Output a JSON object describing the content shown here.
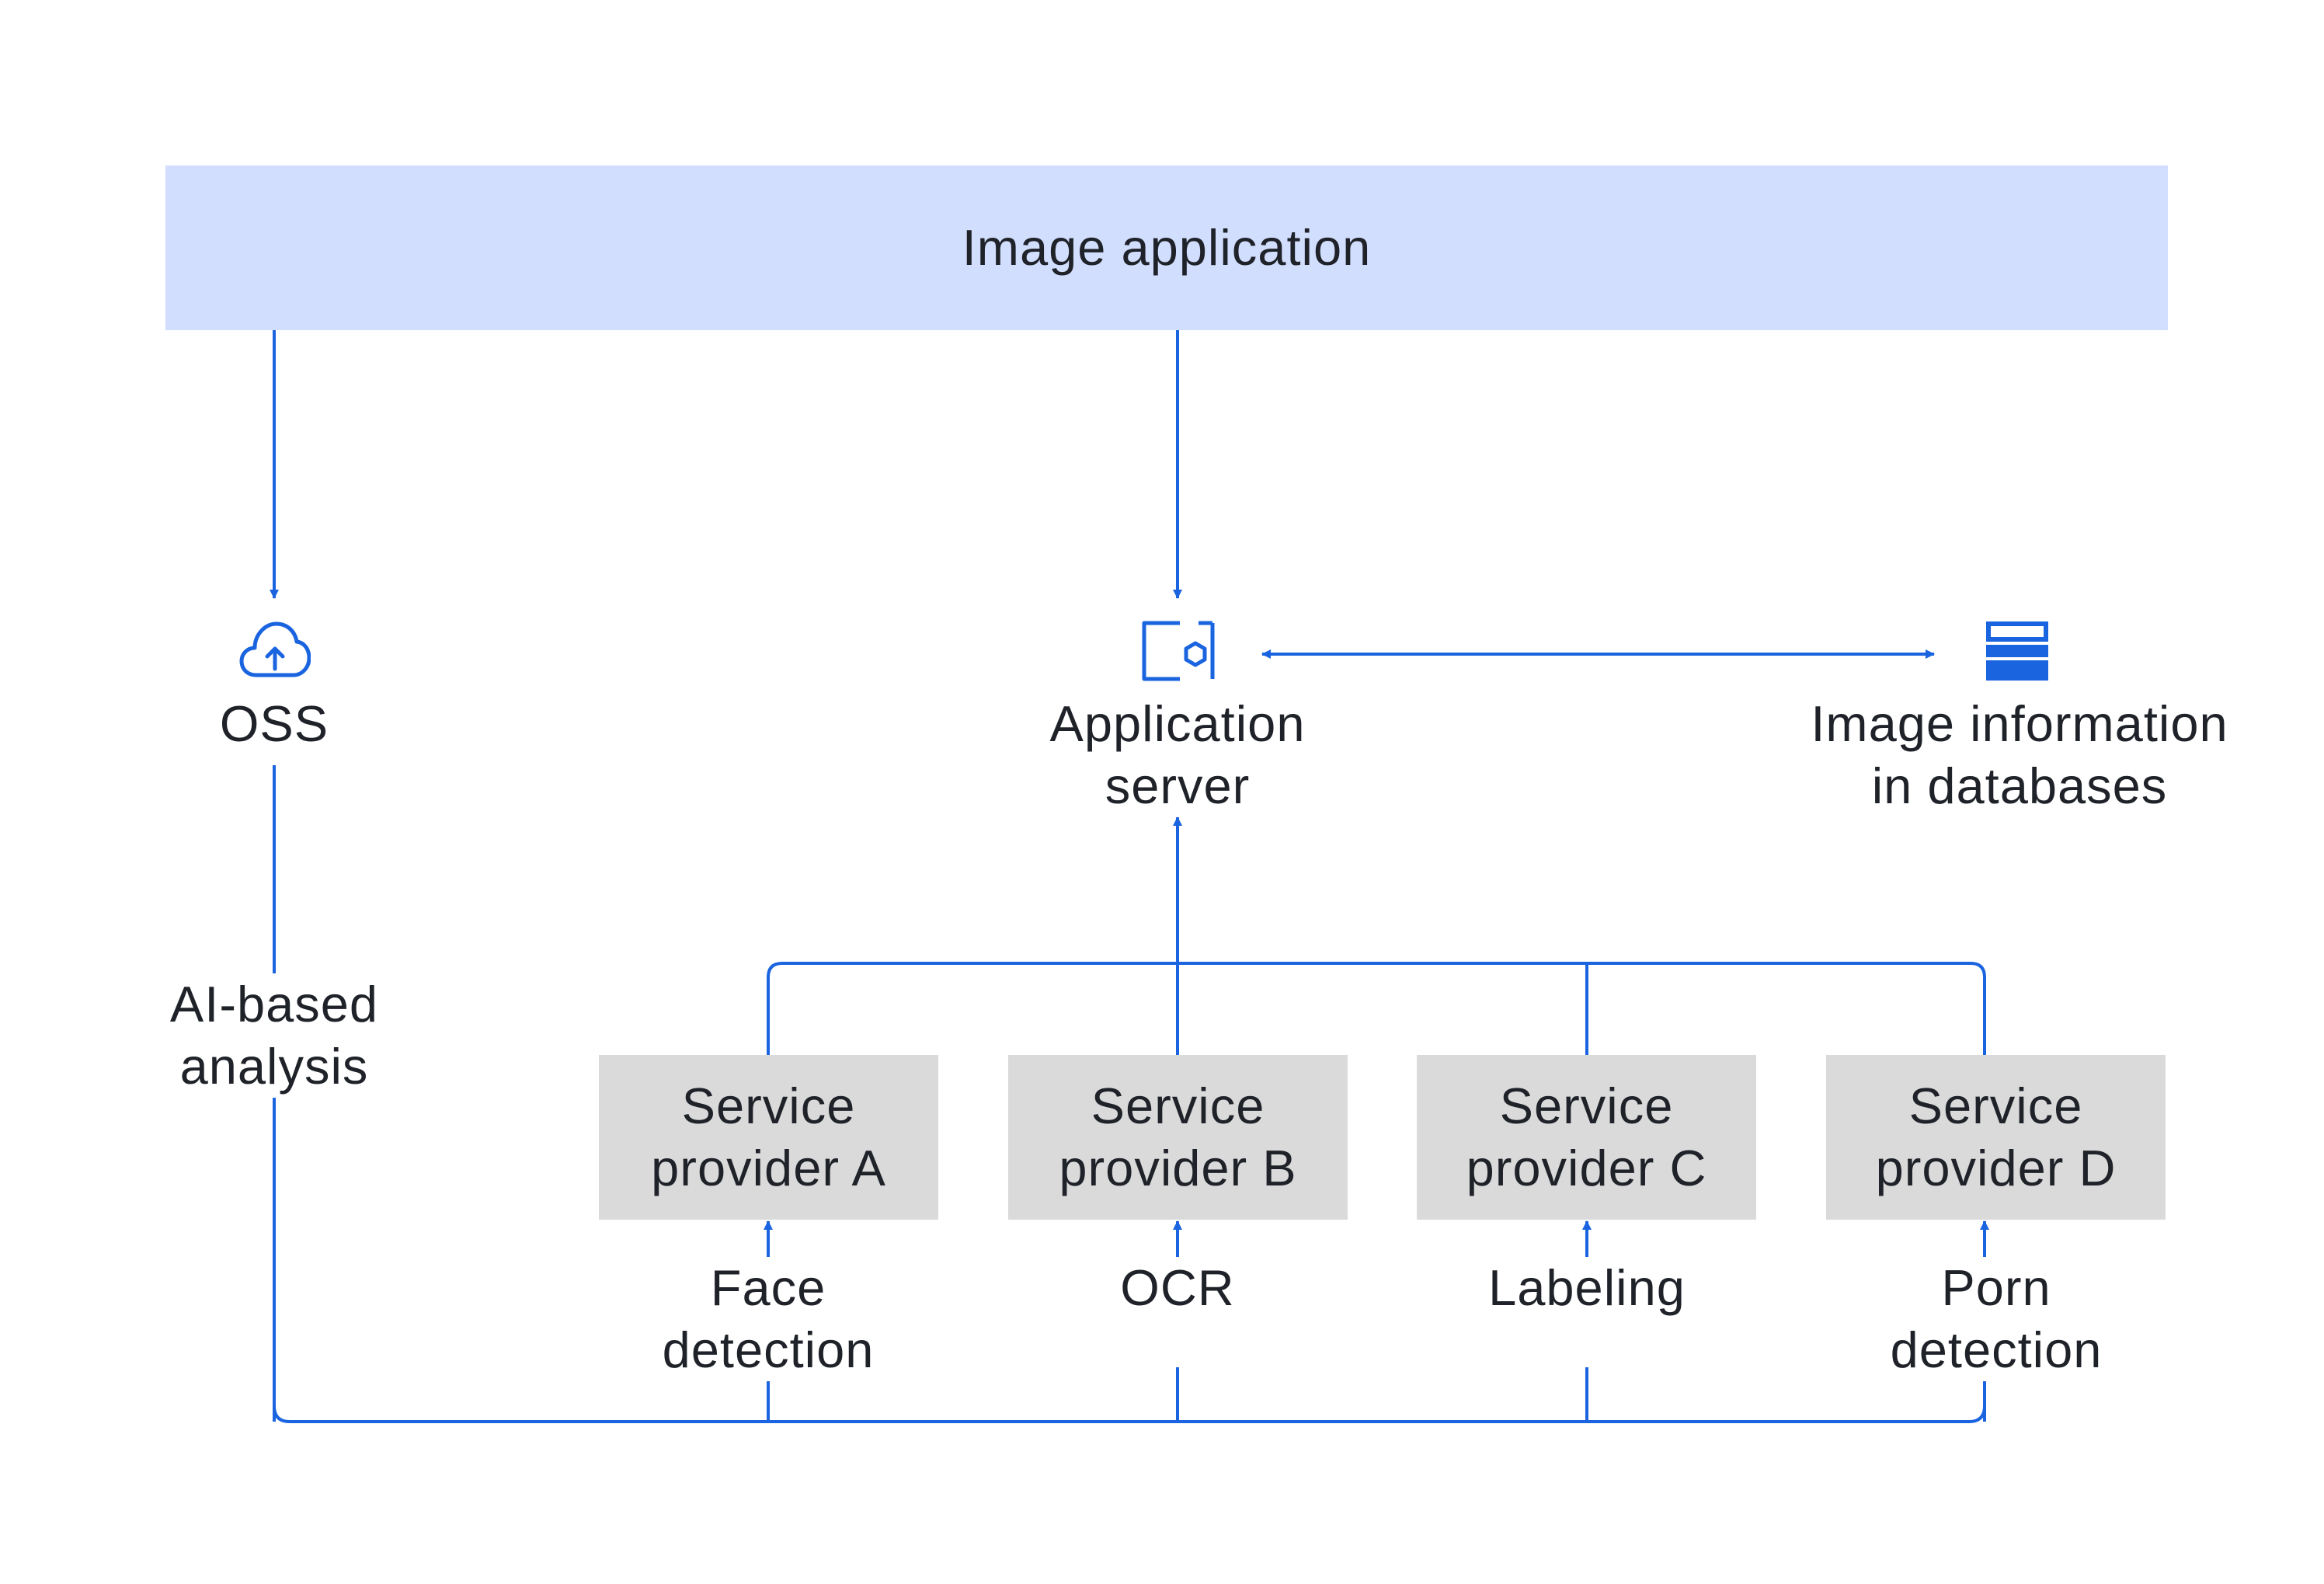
{
  "top_box": {
    "label": "Image application"
  },
  "oss": {
    "label": "OSS",
    "icon": "cloud-upload-icon"
  },
  "app_server": {
    "label_line1": "Application",
    "label_line2": "server",
    "icon": "server-hexagon-icon"
  },
  "database": {
    "label_line1": "Image information",
    "label_line2": "in databases",
    "icon": "database-icon"
  },
  "ai_analysis": {
    "line1": "AI-based",
    "line2": "analysis"
  },
  "providers": [
    {
      "line1": "Service",
      "line2": "provider A"
    },
    {
      "line1": "Service",
      "line2": "provider B"
    },
    {
      "line1": "Service",
      "line2": "provider C"
    },
    {
      "line1": "Service",
      "line2": "provider D"
    }
  ],
  "services": [
    {
      "line1": "Face",
      "line2": "detection"
    },
    {
      "line1": "OCR",
      "line2": ""
    },
    {
      "line1": "Labeling",
      "line2": ""
    },
    {
      "line1": "Porn",
      "line2": "detection"
    }
  ],
  "colors": {
    "line": "#1a64e0",
    "top_box": "#d2defe",
    "provider_box": "#dadada",
    "text": "#1f2329"
  }
}
